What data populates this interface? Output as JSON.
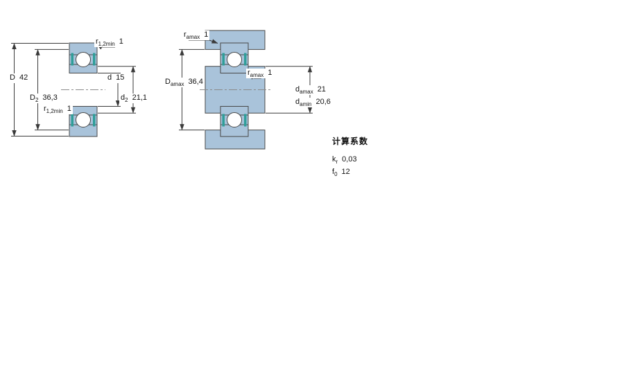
{
  "left_view": {
    "description": "bearing cross-section view",
    "labels": {
      "D": {
        "sym": "D",
        "sub": "",
        "val": "42"
      },
      "D2": {
        "sym": "D",
        "sub": "2",
        "val": "36,3"
      },
      "r12_top": {
        "sym": "r",
        "sub": "1,2min",
        "val": "1"
      },
      "r12_bottom": {
        "sym": "r",
        "sub": "1,2min",
        "val": "1"
      },
      "d": {
        "sym": "d",
        "sub": "",
        "val": "15"
      },
      "d2": {
        "sym": "d",
        "sub": "2",
        "val": "21,1"
      }
    }
  },
  "right_view": {
    "description": "abutment and fillet dimensions view",
    "labels": {
      "ra_top": {
        "sym": "r",
        "sub": "amax",
        "val": "1"
      },
      "Damax": {
        "sym": "D",
        "sub": "amax",
        "val": "36,4"
      },
      "ra_mid": {
        "sym": "r",
        "sub": "amax",
        "val": "1"
      },
      "damax": {
        "sym": "d",
        "sub": "amax",
        "val": "21"
      },
      "damin": {
        "sym": "d",
        "sub": "amin",
        "val": "20,6"
      }
    }
  },
  "factors": {
    "title": "计算系数",
    "kr": {
      "sym": "k",
      "sub": "r",
      "val": "0,03"
    },
    "f0": {
      "sym": "f",
      "sub": "0",
      "val": "12"
    }
  },
  "colors": {
    "bearing": "#a9c3da",
    "steel": "#a9c3da",
    "seal": "#2f9e99",
    "ball": "#ffffff",
    "outline": "#474747"
  }
}
